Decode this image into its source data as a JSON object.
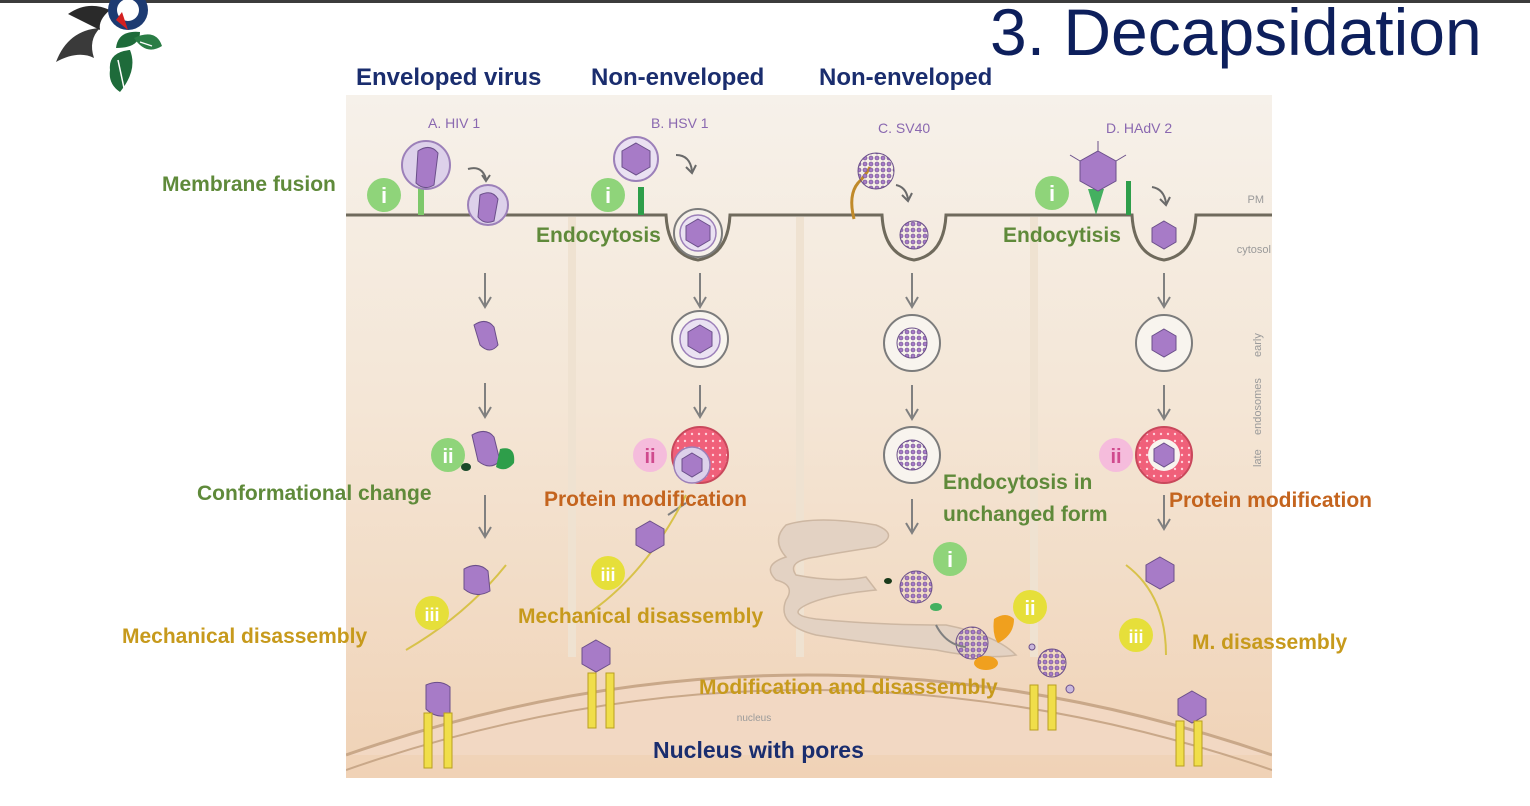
{
  "slide": {
    "title": "3. Decapsidation",
    "headers": [
      "Enveloped virus",
      "Non-enveloped",
      "Non-enveloped"
    ],
    "labels": {
      "membrane_fusion": "Membrane fusion",
      "endocytosis_b": "Endocytosis",
      "endocytosis_d": "Endocytisis",
      "conformational_change": "Conformational change",
      "protein_modification_b": "Protein modification",
      "protein_modification_d": "Protein modification",
      "endocytosis_unchanged_1": "Endocytosis in",
      "endocytosis_unchanged_2": "unchanged form",
      "mechanical_disassembly_a": "Mechanical disassembly",
      "mechanical_disassembly_b": "Mechanical disassembly",
      "m_disassembly": "M. disassembly",
      "modification_disassembly": "Modification and disassembly",
      "nucleus_pores": "Nucleus with pores"
    }
  },
  "diagram": {
    "panels": [
      "A. HIV 1",
      "B. HSV 1",
      "C. SV40",
      "D. HAdV 2"
    ],
    "side_labels": {
      "pm": "PM",
      "cytosol": "cytosol",
      "early": "early",
      "endosomes": "endosomes",
      "late": "late"
    },
    "nucleus_label": "nucleus",
    "steps": {
      "i": "i",
      "ii": "ii",
      "iii": "iii"
    },
    "colors": {
      "background_top": "#f3ede3",
      "background_bottom": "#f1d7bd",
      "virus": "#a77bc7",
      "step_i": "#8fd47a",
      "step_ii_green": "#8fd47a",
      "step_ii_pink": "#f5bcdc",
      "step_iii": "#e6df3a",
      "label_green": "#5f8a3a",
      "label_orange": "#c4641e",
      "label_gold": "#c79a1c",
      "title_navy": "#0d1f5c"
    }
  }
}
